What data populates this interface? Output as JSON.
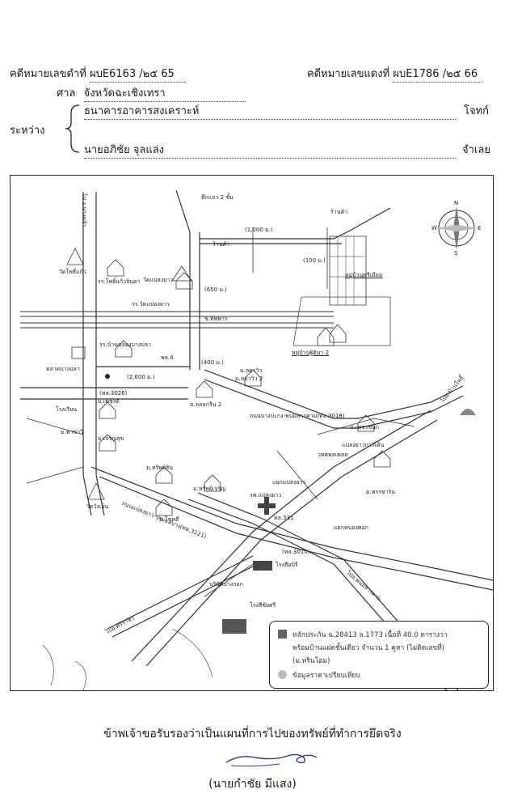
{
  "header": {
    "black_case_label": "คดีหมายเลขดำที่",
    "black_case_no": "ผบE6163",
    "black_case_sep": "/๒๕",
    "black_case_year": "65",
    "red_case_label": "คดีหมายเลขแดงที่",
    "red_case_no": "ผบE1786",
    "red_case_sep": "/๒๕",
    "red_case_year": "66",
    "court_label": "ศาล",
    "court_name": "จังหวัดฉะเชิงเทรา",
    "between_label": "ระหว่าง",
    "plaintiff_name": "ธนาคารอาคารสงเคราะห์",
    "plaintiff_role": "โจทก์",
    "defendant_name": "นายอภิชัย จุลแล่ง",
    "defendant_role": "จำเลย"
  },
  "map": {
    "labels": {
      "road_left_top": "ไป อ.บางคล้า",
      "temple_1": "วัดโพธิ์แก้ว",
      "school_1": "รร.โพธิ์แก้วจินดา",
      "temple_2": "วัดแปลงยาว",
      "school_2": "รร.วัดแปลงยาว",
      "hospital_2": "ตึกแถว 2 ชั้น",
      "mart_1": "ร้านค้า",
      "mart_2": "ร้านค้า",
      "dist_1": "(1,000 ม.)",
      "dist_2": "(100 ม.)",
      "dist_3": "(650 ม.)",
      "dist_4": "(2,600 ม.)",
      "dist_5": "(400 ม.)",
      "village_1": "หมู่บ้านพรีเมียม",
      "village_2": "หมู่บ้านฐิติมา 2",
      "soi_1": "ซ.ทิพพาร",
      "school_3": "รร.บ้านคลองบางปลา",
      "market": "ตลาดบางปลา",
      "pao": "พล.4",
      "road_3026": "(ทล.3026)",
      "apt_1": "ม.ลลลกรีน 2",
      "apt_2": "ม.ลดาวิว 2",
      "apt_3": "ม.ลดาวิว",
      "road_main": "ถนนบางปะกง-พนมสารคาม(ทล.3018)",
      "to_bangpakong": "ไปอ.บ้านโพธิ์",
      "school_4": "โรงเรียน",
      "apt_4": "ม.เพชรดี",
      "apt_5": "ม.พาซาวิ",
      "apt_6": "ม.เจริญสุข",
      "apt_7": "ม.ทรัพย์สิน",
      "apt_8": "ม.ทรัพย์เจริญ",
      "apt_9": "ม.โชคดี",
      "temple_3": "วัดวังเย็น",
      "road_3121": "ถนนแปลงยาว-ประแสบาง(ทล.3121)",
      "cemetery": "แยกแปลงยาว",
      "police": "รพ.แปลงยาว",
      "road_331": "ทล.331",
      "road_3010": "(ทล.3010)",
      "apt_10": "ม.พรรษาริน",
      "apt_11": "ม.เพชรชนก",
      "office": "วทศพลเพลส",
      "factory": "แปลงยาวการ์เด้น",
      "junction": "แยกหนองคอก",
      "factory_2": "โรงสีอบิรี",
      "factory_3": "บริษัทบางกอก",
      "road_bottom": "ไปอ.ศรีราชา",
      "road_right": "ไปอ.พนมสารคาม",
      "factory_4": "โรงสีชัยศรี",
      "compass_n": "N",
      "compass_e": "E",
      "compass_w": "W",
      "compass_s": "S"
    },
    "legend": {
      "line1": "หลักประกัน  ฉ.28413  ล.1773  เนื้อที่  40.0  ตารางวา",
      "line2": "พร้อมบ้านแฝดชั้นเดียว  จำนวน  1  คูหา  (ไม่ติดเลขที่)",
      "line3": "(ม.ทรินโฮม)",
      "line4": "ข้อมูลราคาเปรียบเทียบ"
    }
  },
  "footer": {
    "certification": "ข้าพเจ้าขอรับรองว่าเป็นแผนที่การไปของทรัพย์ที่ทำการยึดจริง",
    "signer": "(นายกำชัย มีแสง)"
  },
  "colors": {
    "ink": "#1a1a1a",
    "map_line": "#333333",
    "legend_square": "#666666",
    "legend_circle": "#bbbbbb"
  }
}
